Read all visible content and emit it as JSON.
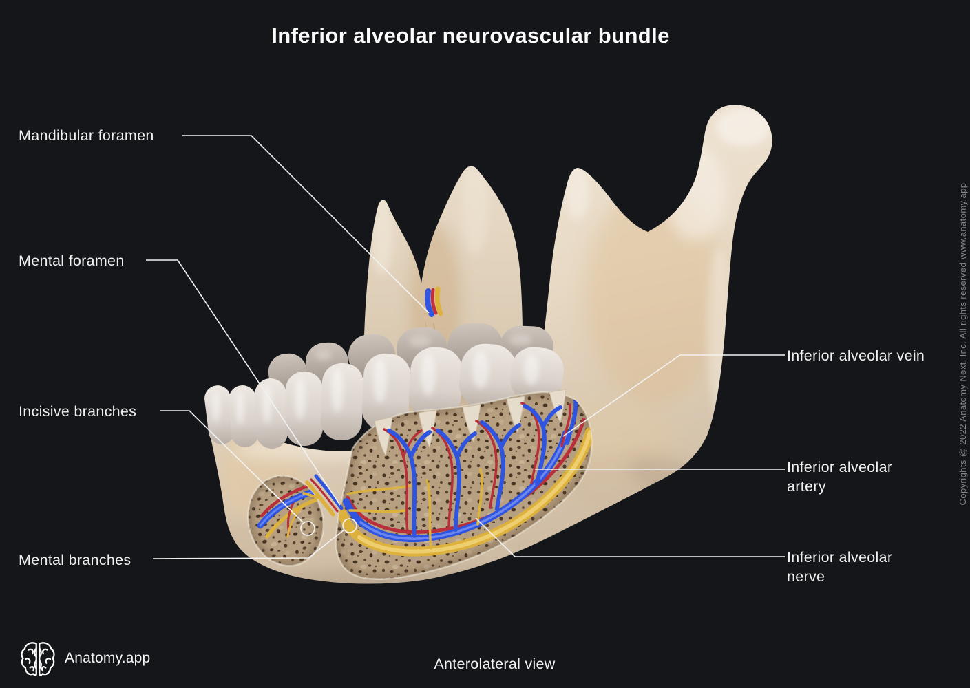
{
  "title": "Inferior alveolar neurovascular bundle",
  "view_caption": "Anterolateral view",
  "branding": {
    "logo_icon": "brain-icon",
    "logo_text": "Anatomy.app"
  },
  "copyright_vertical": "Copyrights @ 2022 Anatomy Next, Inc. All rights reserved www.anatomy.app",
  "annotations": {
    "left": [
      {
        "text": "Mandibular foramen"
      },
      {
        "text": "Mental foramen"
      },
      {
        "text": "Incisive branches"
      },
      {
        "text": "Mental branches"
      }
    ],
    "right": [
      {
        "text": "Inferior alveolar vein"
      },
      {
        "text": "Inferior alveolar artery"
      },
      {
        "text": "Inferior alveolar nerve"
      }
    ]
  },
  "structure_colors": {
    "nerve_yellow": "#ddb13e",
    "artery_red": "#c22f3c",
    "vein_blue": "#3056e2",
    "bone": "#e9dccb",
    "spongy_bone": "#b7a081",
    "background": "#14161a",
    "label_text": "#f0f0f0",
    "leader_line": "#f2f2f2"
  }
}
